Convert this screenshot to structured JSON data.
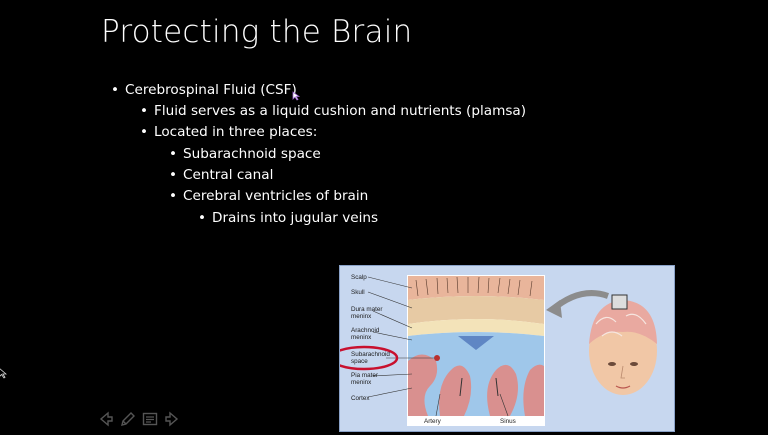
{
  "slide": {
    "title": "Protecting the Brain",
    "bullets": {
      "level1": "Cerebrospinal Fluid (CSF)",
      "level2a": "Fluid serves as a liquid cushion and nutrients (plamsa)",
      "level2b": "Located in three places:",
      "level3a": "Subarachnoid space",
      "level3b": "Central canal",
      "level3c": "Cerebral ventricles of brain",
      "level4": "Drains into jugular veins"
    }
  },
  "figure": {
    "labels": {
      "scalp": "Scalp",
      "skull": "Skull",
      "dura1": "Dura mater",
      "dura2": "meninx",
      "arach1": "Arachnoid",
      "arach2": "meninx",
      "sub1": "Subarachnoid",
      "sub2": "space",
      "pia1": "Pia mater",
      "pia2": "meninx",
      "cortex": "Cortex",
      "artery": "Artery",
      "sinus": "Sinus"
    },
    "colors": {
      "background": "#c7d7ef",
      "scalp": "#e8b39a",
      "skull": "#f0d7b3",
      "dura": "#7fb1d9",
      "cortex": "#d78b8b",
      "highlight_ellipse": "#c8102e"
    }
  },
  "nav": {
    "icons": [
      "arrow-left-icon",
      "pen-icon",
      "slide-menu-icon",
      "arrow-right-icon"
    ]
  }
}
